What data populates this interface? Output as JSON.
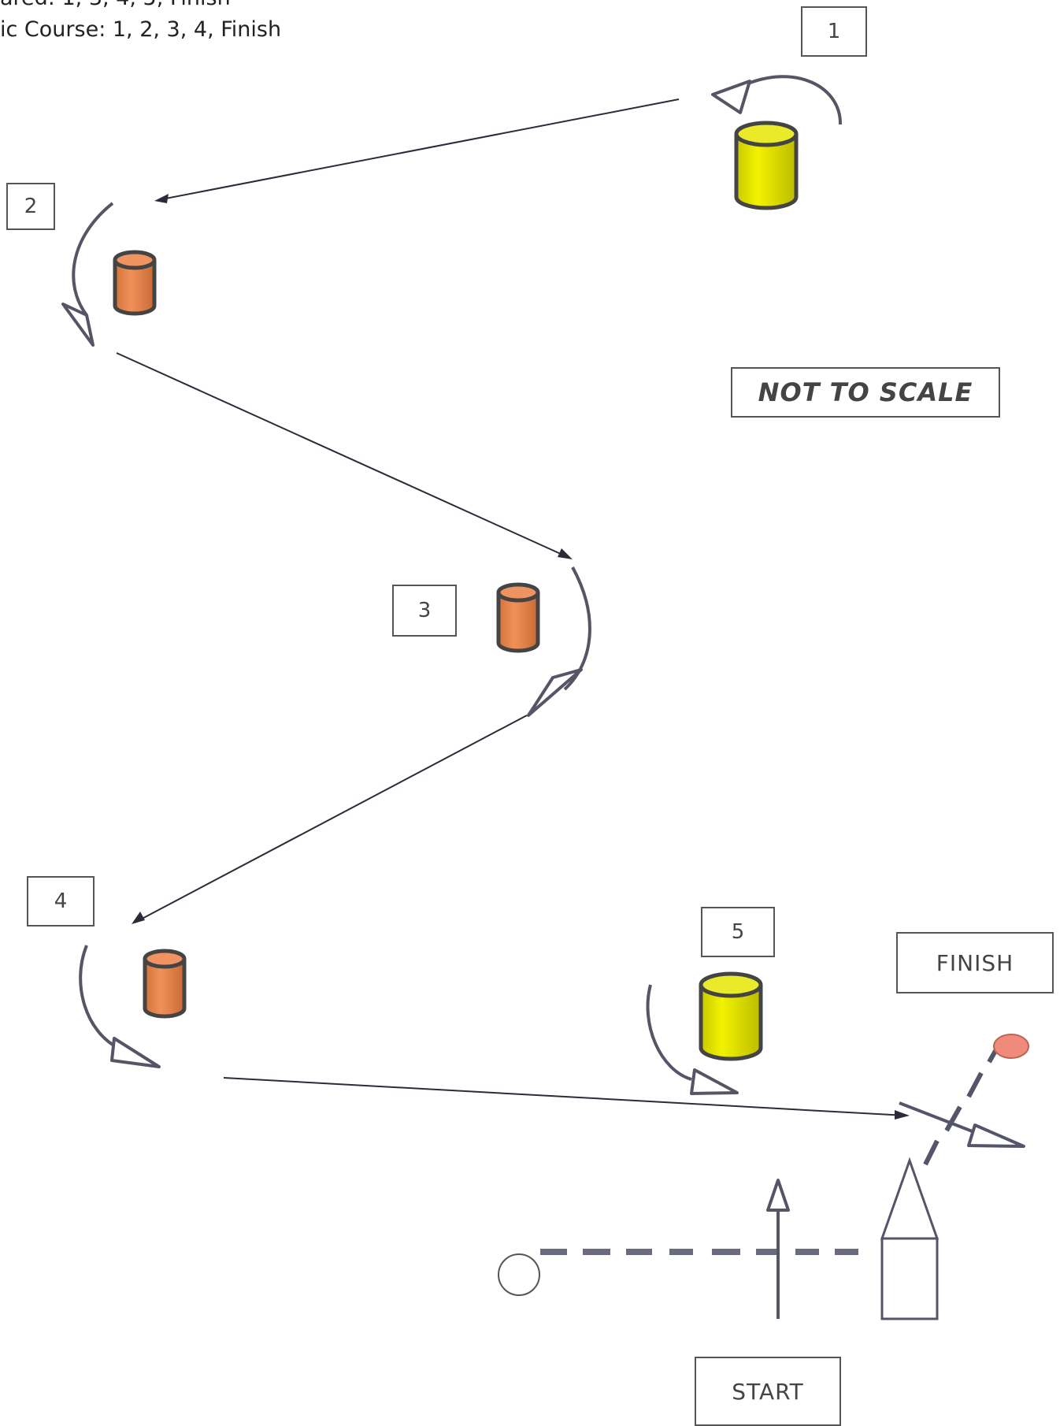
{
  "header": {
    "line1": "ared: 1, 3, 4, 5, Finish",
    "line2": "ic Course: 1, 2, 3, 4, Finish"
  },
  "markers": {
    "m1": "1",
    "m2": "2",
    "m3": "3",
    "m4": "4",
    "m5": "5"
  },
  "labels": {
    "finish": "FINISH",
    "start": "START",
    "scale_note": "NOT TO SCALE"
  },
  "colors": {
    "yellow_barrel": "#e6e600",
    "orange_barrel": "#e8874a",
    "finish_marker": "#f08a7a",
    "line": "#2b2b3a"
  }
}
